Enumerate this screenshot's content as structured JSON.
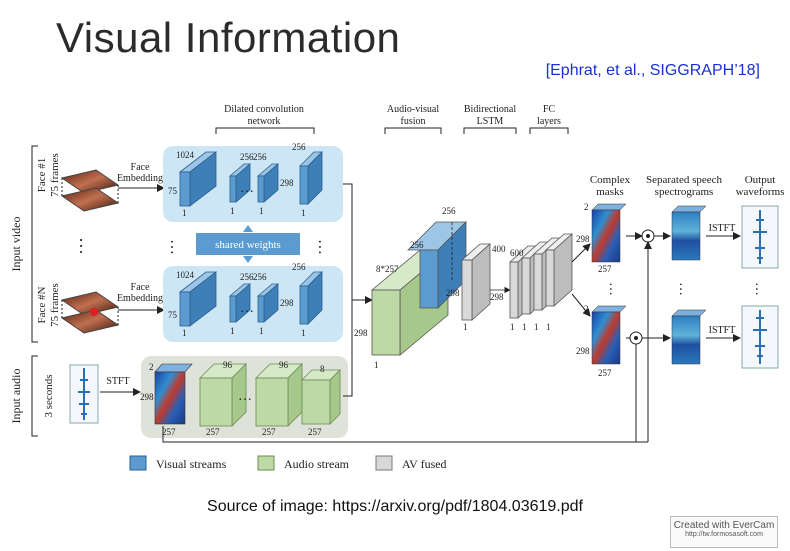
{
  "slide": {
    "title": "Visual Information",
    "citation": "[Ephrat, et al., SIGGRAPH’18]",
    "source": "Source of image: https://arxiv.org/pdf/1804.03619.pdf",
    "watermark": {
      "line1": "Created with EverCam",
      "line2": "http://tw.formosasoft.com"
    }
  },
  "diagram": {
    "section_labels": {
      "dilated": [
        "Dilated convolution",
        "network"
      ],
      "fusion": [
        "Audio-visual",
        "fusion"
      ],
      "lstm": [
        "Bidirectional",
        "LSTM"
      ],
      "fc": [
        "FC",
        "layers"
      ],
      "masks": [
        "Complex",
        "masks"
      ],
      "spectro": [
        "Separated speech",
        "spectrograms"
      ],
      "waveforms": [
        "Output",
        "waveforms"
      ]
    },
    "input_video": "Input video",
    "input_audio": "Input audio",
    "face1": [
      "Face #1",
      "75 frames"
    ],
    "faceN": [
      "Face #N",
      "75 frames"
    ],
    "audio_len": "3 seconds",
    "face_embedding": [
      "Face",
      "Embedding"
    ],
    "stft": "STFT",
    "istft": "ISTFT",
    "shared_weights": "shared weights",
    "dots": "…",
    "numbers": {
      "n1024": "1024",
      "n256": "256",
      "n298": "298",
      "n75": "75",
      "n1": "1",
      "n2": "2",
      "n257": "257",
      "n96": "96",
      "n8": "8",
      "n8x257": "8*257",
      "n400": "400",
      "n600": "600"
    },
    "legend": {
      "visual": "Visual streams",
      "audio": "Audio stream",
      "fused": "AV fused"
    },
    "colors": {
      "visual_fill": "#5b9bd0",
      "audio_fill": "#bcd9a6",
      "fused_fill": "#d9d9d9",
      "visual_panel": "#cce6f5",
      "audio_panel": "#dfe2d9"
    }
  }
}
